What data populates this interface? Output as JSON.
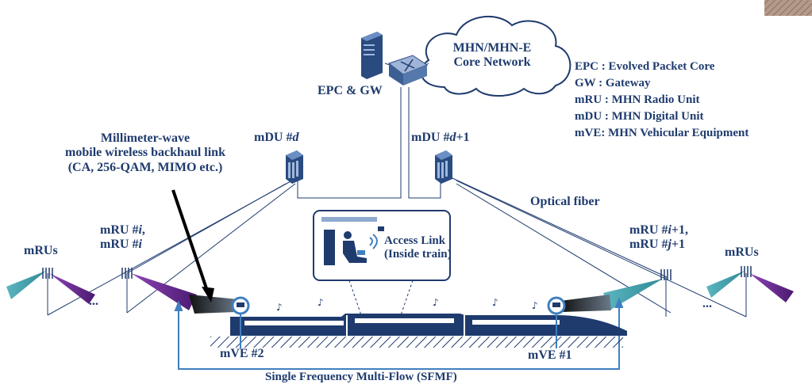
{
  "core": {
    "line1": "MHN/MHN-E",
    "line2": "Core Network"
  },
  "epc_label": "EPC & GW",
  "legend": [
    {
      "text": "EPC : Evolved Packet Core"
    },
    {
      "text": "GW : Gateway"
    },
    {
      "text": "mRU : MHN Radio Unit"
    },
    {
      "text": "mDU : MHN Digital Unit"
    },
    {
      "text": "mVE: MHN Vehicular Equipment"
    }
  ],
  "mdu_left": {
    "prefix": "mDU #",
    "var": "d",
    "suffix": ""
  },
  "mdu_right": {
    "prefix": "mDU #",
    "var": "d",
    "suffix": "+1"
  },
  "backhaul": {
    "line1": "Millimeter-wave",
    "line2": "mobile wireless backhaul link",
    "line3": "(CA, 256-QAM, MIMO etc.)"
  },
  "optical_fiber": "Optical fiber",
  "mru_left": {
    "line1_prefix": "mRU #",
    "line1_var": "i",
    "line1_suffix": ",",
    "line2_prefix": "mRU #",
    "line2_var": "i",
    "line2_suffix": ""
  },
  "mru_right": {
    "line1_prefix": "mRU #",
    "line1_var": "i",
    "line1_suffix": "+1,",
    "line2_prefix": "mRU #",
    "line2_var": "j",
    "line2_suffix": "+1"
  },
  "mrus_left": "mRUs",
  "mrus_right": "mRUs",
  "access_link": {
    "line1": "Access Link",
    "line2": "(Inside train)"
  },
  "mve_left": "mVE #2",
  "mve_right": "mVE #1",
  "sfmf": "Single Frequency Multi-Flow (SFMF)",
  "ellipsis": "...",
  "colors": {
    "text": "#1f3b6e",
    "train": "#1f3b6e",
    "beam_teal": "#4aa6b0",
    "beam_purple": "#6a2b8e",
    "accent": "#3f7fbf"
  }
}
